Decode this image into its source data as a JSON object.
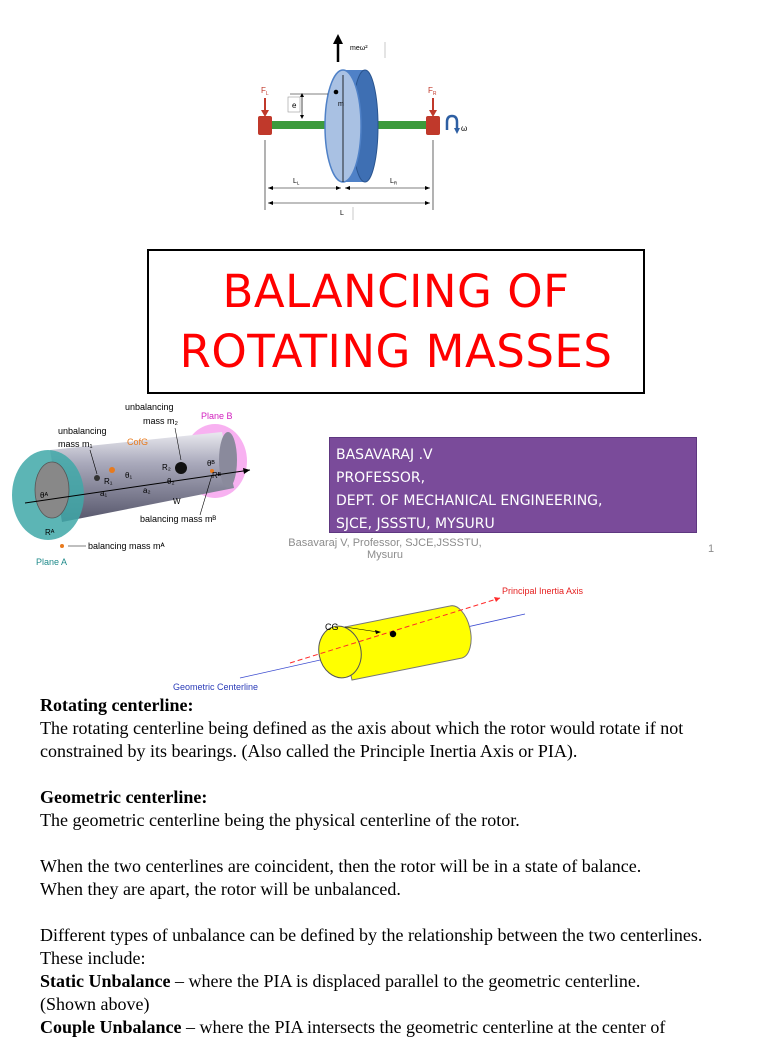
{
  "slide": {
    "title_line1": "BALANCING OF",
    "title_line2": "ROTATING MASSES",
    "author": [
      "BASAVARAJ .V",
      "PROFESSOR,",
      "DEPT. OF MECHANICAL ENGINEERING,",
      "SJCE, JSSSTU, MYSURU"
    ],
    "footer_line1": "Basavaraj V, Professor, SJCE,JSSSTU,",
    "footer_line2": "Mysuru",
    "page_number": "1"
  },
  "rotor_diagram": {
    "force_label": "meω²",
    "fl": "F",
    "fl_sub": "L",
    "fr": "F",
    "fr_sub": "R",
    "e": "e",
    "m": "m",
    "omega": "ω",
    "ll": "L",
    "ll_sub": "L",
    "lr": "L",
    "lr_sub": "R",
    "l": "L"
  },
  "planes_diagram": {
    "unbal_m2_line1": "unbalancing",
    "unbal_m2_line2": "mass m₂",
    "unbal_m1_line1": "unbalancing",
    "unbal_m1_line2": "mass m₁",
    "plane_b": "Plane B",
    "plane_a": "Plane A",
    "cofg": "CofG",
    "r1": "R₁",
    "r2": "R₂",
    "theta1": "θ₁",
    "theta2": "θ₂",
    "a1": "a₁",
    "a2": "a₂",
    "w": "W",
    "theta_b": "θᴮ",
    "r_b": "Rᴮ",
    "theta_a": "θᴬ",
    "r_a": "Rᴬ",
    "bal_mb": "balancing mass mᴮ",
    "bal_ma": "balancing mass mᴬ"
  },
  "pia_diagram": {
    "pia": "Principal Inertia Axis",
    "cg": "CG",
    "geo": "Geometric Centerline"
  },
  "text": {
    "h1": "Rotating centerline:",
    "p1": "The rotating centerline being defined as the axis about which the rotor would rotate if not  constrained by its bearings. (Also called the Principle Inertia Axis or PIA).",
    "h2": "Geometric centerline:",
    "p2": "The geometric centerline being the physical centerline of the rotor.",
    "p3a": "When the two centerlines are coincident, then the rotor will be in a state of balance.",
    "p3b": "When they are apart, the rotor will be unbalanced.",
    "p4": "Different types of unbalance can be defined by the relationship between the two centerlines. These include:",
    "s_label": "Static Unbalance",
    "s_text": " – where the PIA is displaced parallel to the geometric centerline.",
    "s_note": "(Shown above)",
    "c_label": "Couple Unbalance",
    "c_text": " – where the PIA intersects the geometric centerline at the center of"
  },
  "colors": {
    "title": "#ff0000",
    "author_bg": "#7a4b9a",
    "rotor": "#4f81c7",
    "shaft": "#3c9a3c",
    "bearing": "#c0392b",
    "cylinder": "#ffff00"
  }
}
